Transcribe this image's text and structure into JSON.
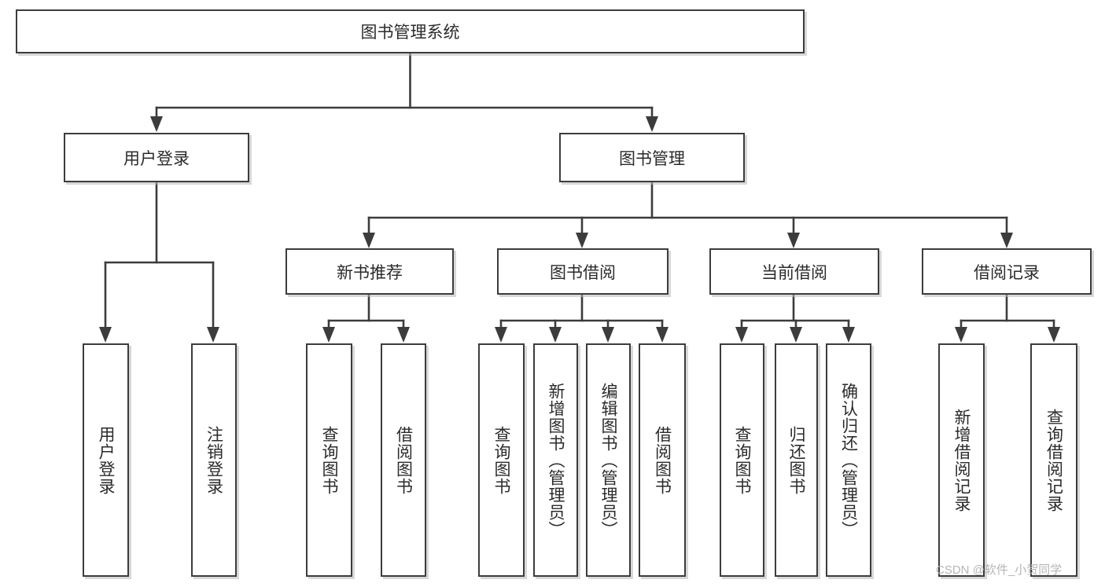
{
  "diagram": {
    "type": "tree",
    "title": "图书管理系统",
    "watermark": "CSDN @软件_小贺同学",
    "colors": {
      "box_stroke": "#3c3c3c",
      "box_fill": "#ffffff",
      "text": "#2b2b2b",
      "watermark": "#b5b5b5",
      "background": "#ffffff"
    },
    "nodes": {
      "root": {
        "label": "图书管理系统",
        "level": 0
      },
      "l2": [
        {
          "label": "用户登录",
          "level": 1
        },
        {
          "label": "图书管理",
          "level": 1
        }
      ],
      "l3": [
        {
          "label": "新书推荐",
          "level": 2
        },
        {
          "label": "图书借阅",
          "level": 2
        },
        {
          "label": "当前借阅",
          "level": 2
        },
        {
          "label": "借阅记录",
          "level": 2
        }
      ],
      "leaves_user_login": [
        {
          "label": "用户登录"
        },
        {
          "label": "注销登录"
        }
      ],
      "leaves_new_book": [
        {
          "label": "查询图书"
        },
        {
          "label": "借阅图书"
        }
      ],
      "leaves_borrow": [
        {
          "label": "查询图书"
        },
        {
          "label": "新增图书（管理员）"
        },
        {
          "label": "编辑图书（管理员）"
        },
        {
          "label": "借阅图书"
        }
      ],
      "leaves_current": [
        {
          "label": "查询图书"
        },
        {
          "label": "归还图书"
        },
        {
          "label": "确认归还（管理员）"
        }
      ],
      "leaves_records": [
        {
          "label": "新增借阅记录"
        },
        {
          "label": "查询借阅记录"
        }
      ]
    },
    "edges": [
      {
        "from": "图书管理系统",
        "to": "用户登录"
      },
      {
        "from": "图书管理系统",
        "to": "图书管理"
      },
      {
        "from": "用户登录",
        "to": "用户登录"
      },
      {
        "from": "用户登录",
        "to": "注销登录"
      },
      {
        "from": "图书管理",
        "to": "新书推荐"
      },
      {
        "from": "图书管理",
        "to": "图书借阅"
      },
      {
        "from": "图书管理",
        "to": "当前借阅"
      },
      {
        "from": "图书管理",
        "to": "借阅记录"
      },
      {
        "from": "新书推荐",
        "to": "查询图书"
      },
      {
        "from": "新书推荐",
        "to": "借阅图书"
      },
      {
        "from": "图书借阅",
        "to": "查询图书"
      },
      {
        "from": "图书借阅",
        "to": "新增图书（管理员）"
      },
      {
        "from": "图书借阅",
        "to": "编辑图书（管理员）"
      },
      {
        "from": "图书借阅",
        "to": "借阅图书"
      },
      {
        "from": "当前借阅",
        "to": "查询图书"
      },
      {
        "from": "当前借阅",
        "to": "归还图书"
      },
      {
        "from": "当前借阅",
        "to": "确认归还（管理员）"
      },
      {
        "from": "借阅记录",
        "to": "新增借阅记录"
      },
      {
        "from": "借阅记录",
        "to": "查询借阅记录"
      }
    ]
  }
}
